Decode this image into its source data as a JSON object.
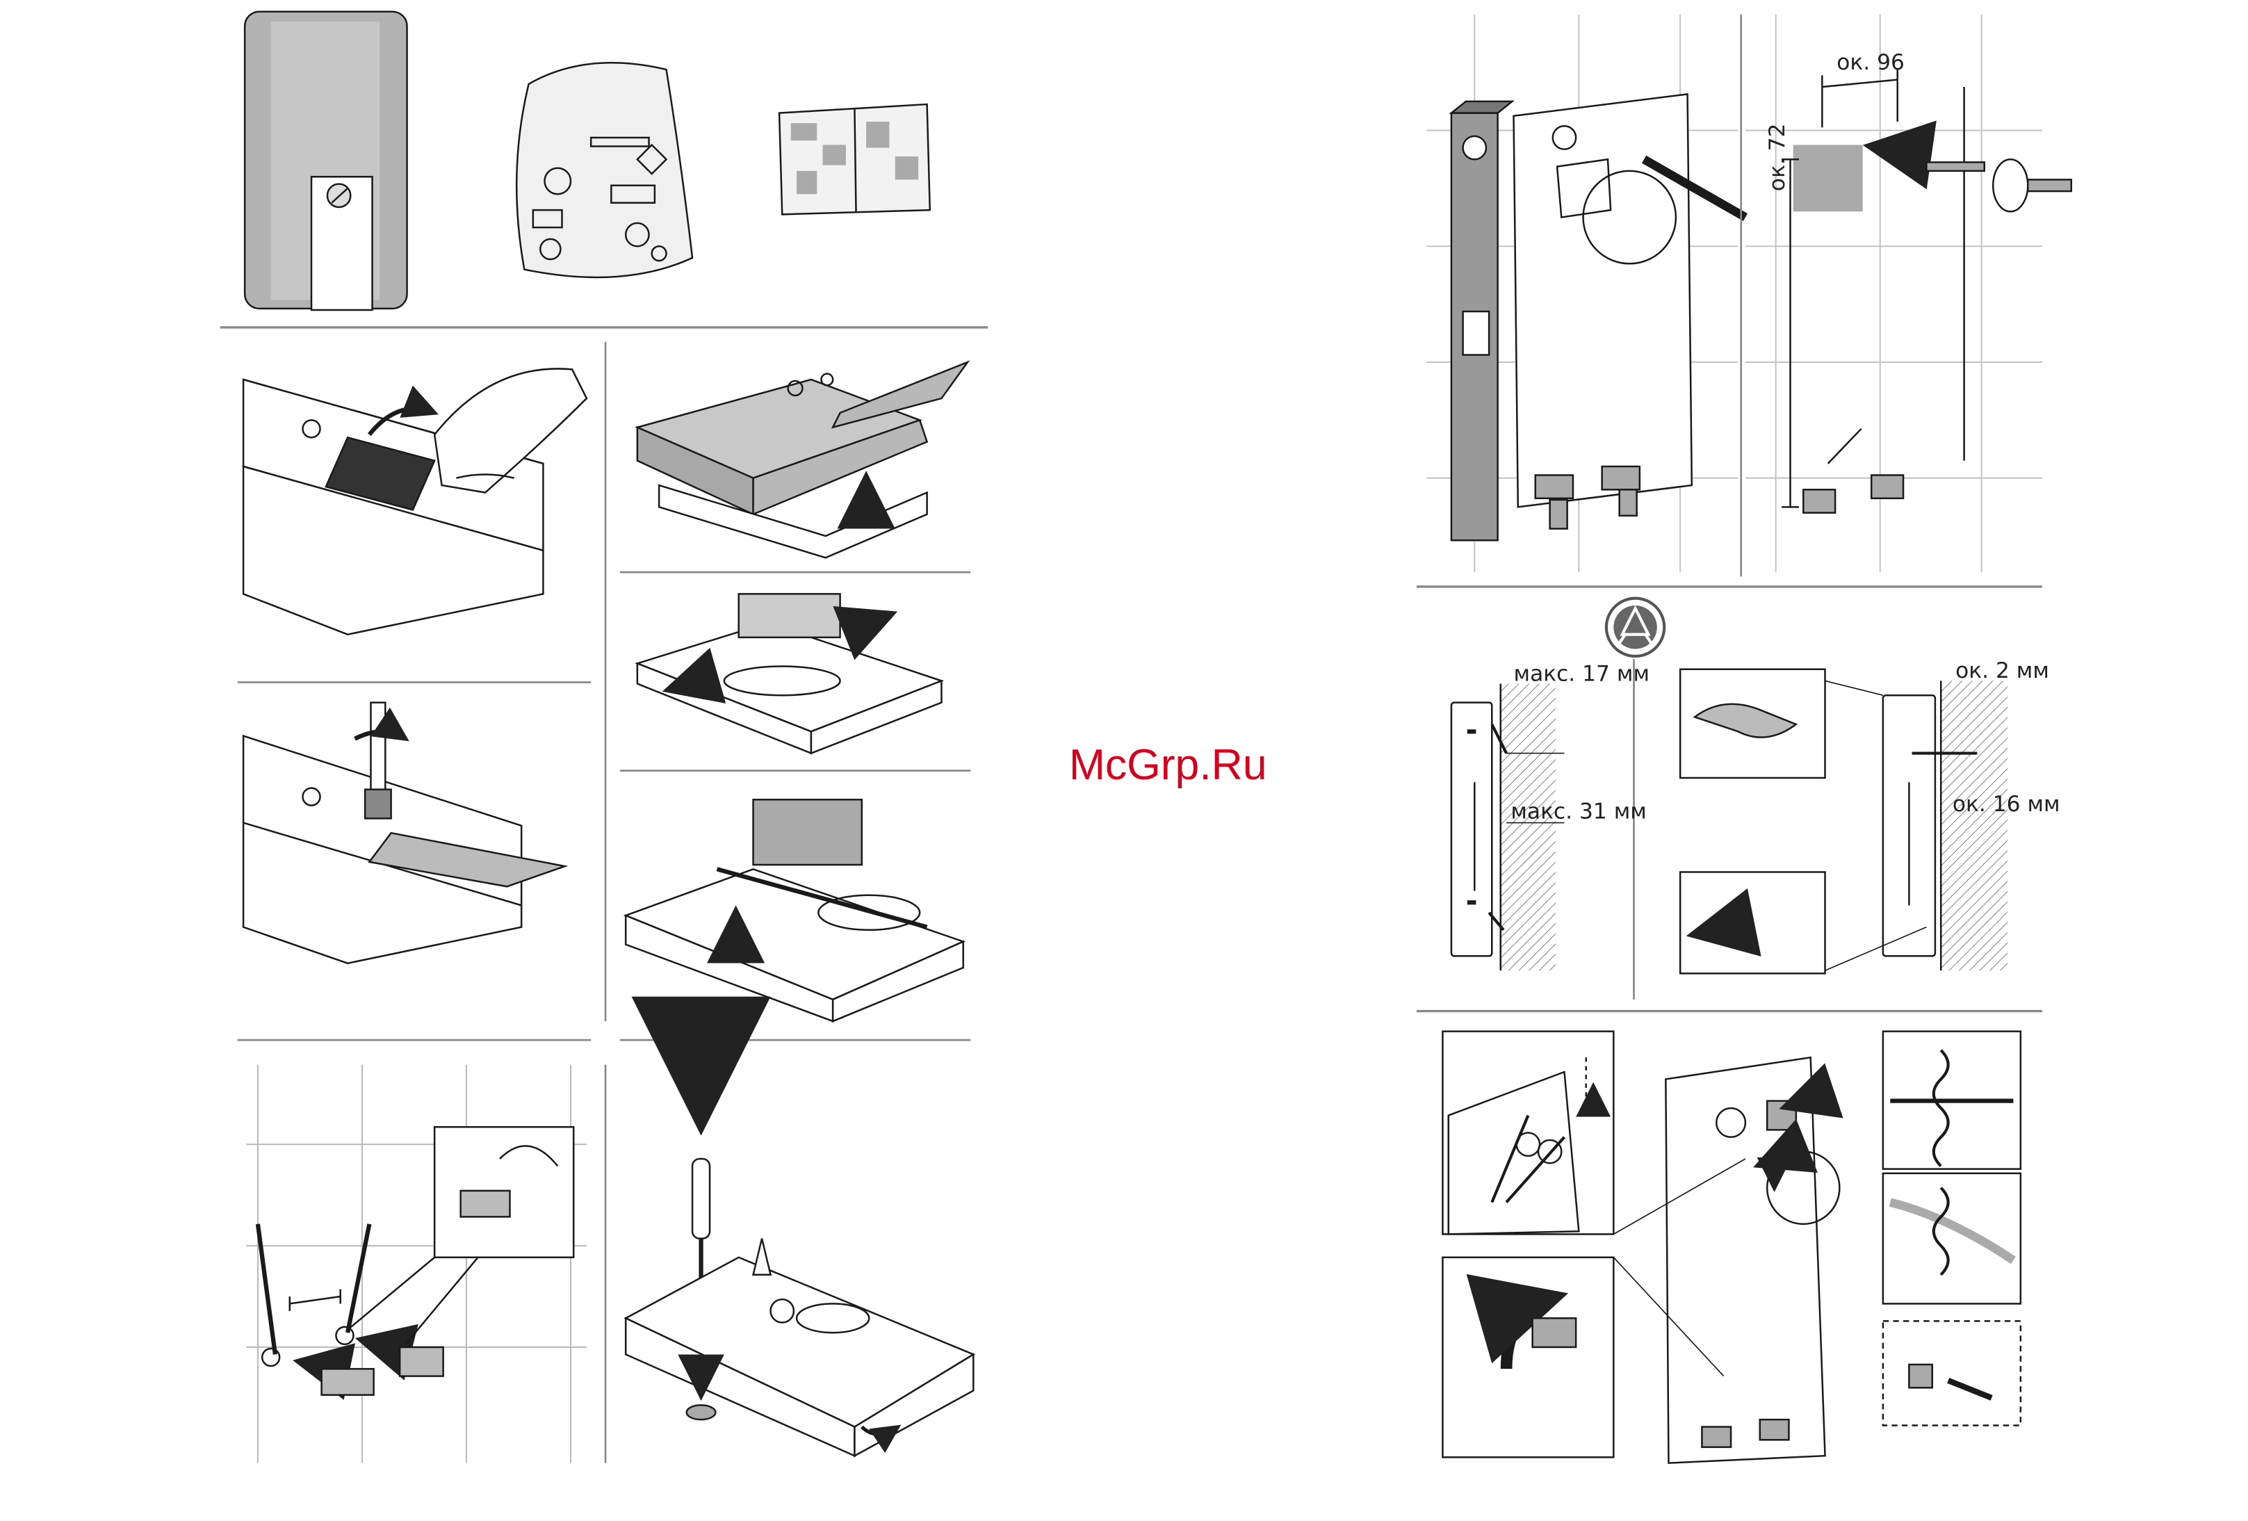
{
  "watermark": "McGrp.Ru",
  "dimensions": {
    "ok96": "ок. 96",
    "ok72": "ок. 72",
    "max17": "макс. 17 мм",
    "max31": "макс. 31 мм",
    "ok2": "ок. 2 мм",
    "ok16": "ок. 16 мм"
  },
  "colors": {
    "line": "#1a1a1a",
    "grey": "#9a9a9a",
    "dark": "#555555",
    "watermark": "#d4001e"
  },
  "icons": {
    "arrow": "filled-arrow",
    "waterSymbol": "water-drops-circle-icon"
  }
}
